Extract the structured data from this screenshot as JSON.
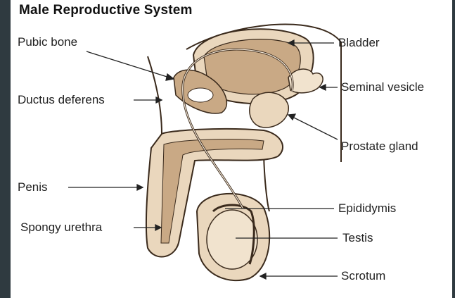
{
  "title": "Male Reproductive System",
  "labels": {
    "pubic_bone": "Pubic bone",
    "ductus_deferens": "Ductus deferens",
    "penis": "Penis",
    "spongy_urethra": "Spongy urethra",
    "bladder": "Bladder",
    "seminal_vesicle": "Seminal vesicle",
    "prostate_gland": "Prostate gland",
    "epididymis": "Epididymis",
    "testis": "Testis",
    "scrotum": "Scrotum"
  },
  "colors": {
    "tissue": "#ead7bd",
    "tissue_dark": "#c9a985",
    "outline": "#3a2a1c",
    "background": "#2f3a40"
  }
}
